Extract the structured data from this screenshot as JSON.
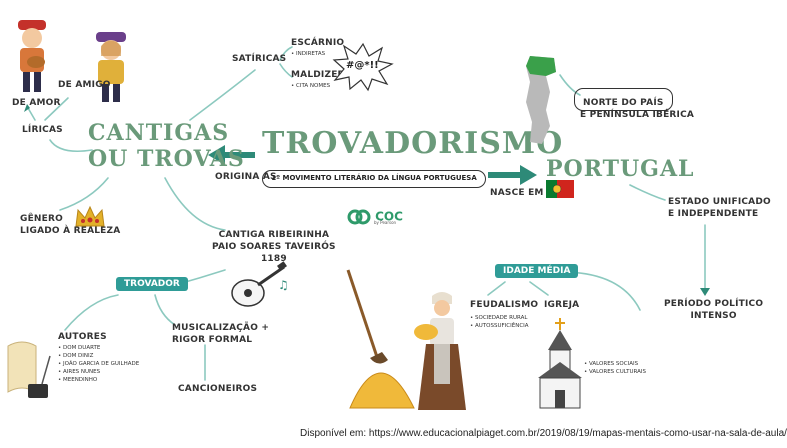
{
  "center": {
    "title": "TROVADORISMO",
    "subtitle": "1º MOVIMENTO LITERÁRIO DA LÍNGUA PORTUGUESA"
  },
  "logo": {
    "text": "COC",
    "sub": "by Pearson"
  },
  "left": {
    "title_line1": "CANTIGAS",
    "title_line2": "OU TROVAS",
    "origin_label": "ORIGINA AS",
    "liricas": "LÍRICAS",
    "de_amor": "DE AMOR",
    "de_amigo": "DE AMIGO",
    "genero_line1": "GÊNERO",
    "genero_line2": "LIGADO À REALEZA",
    "satiricas": "SATÍRICAS",
    "escarnio": "ESCÁRNIO",
    "escarnio_note": "INDIRETAS",
    "maldizer": "MALDIZER",
    "maldizer_note": "CITA NOMES",
    "curse_symbol": "#@*!!"
  },
  "ribeirinha": {
    "line1": "CANTIGA RIBEIRINHA",
    "line2": "PAIO SOARES TAVEIRÓS",
    "year": "1189"
  },
  "trovador": {
    "tag": "TROVADOR",
    "autores_label": "AUTORES",
    "autores": [
      "DOM DUARTE",
      "DOM DINIZ",
      "JOÃO GARCIA DE GUILHADE",
      "AIRES NUNES",
      "MEENDINHO"
    ],
    "musicalizacao_line1": "MUSICALIZAÇÃO +",
    "musicalizacao_line2": "RIGOR FORMAL",
    "cancioneiros": "CANCIONEIROS"
  },
  "right": {
    "nasce_em": "NASCE EM",
    "portugal": "PORTUGAL",
    "norte_line1": "NORTE DO PAÍS",
    "norte_line2": "E PENÍNSULA IBÉRICA",
    "estado_line1": "ESTADO UNIFICADO",
    "estado_line2": "E INDEPENDENTE",
    "periodo_line1": "PERÍODO POLÍTICO",
    "periodo_line2": "INTENSO"
  },
  "idade_media": {
    "tag": "IDADE MÉDIA",
    "feudalismo": "FEUDALISMO",
    "feudalismo_items": [
      "SOCIEDADE RURAL",
      "AUTOSSUFICIÊNCIA"
    ],
    "igreja": "IGREJA",
    "igreja_items": [
      "VALORES SOCIAIS",
      "VALORES CULTURAIS"
    ]
  },
  "footer": {
    "prefix": "Disponível em:",
    "url": "https://www.educacionalpiaget.com.br/2019/08/19/mapas-mentais-como-usar-na-sala-de-aula/"
  },
  "colors": {
    "teal": "#2f9c97",
    "green_text": "#6a9a7a",
    "arrow": "#2e8a78",
    "line": "#7cc3b8",
    "flag_green": "#0a7a2f",
    "flag_red": "#d0251d"
  }
}
